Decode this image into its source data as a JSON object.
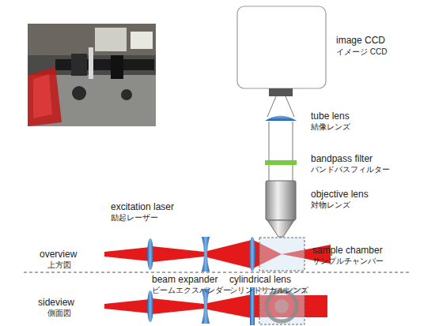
{
  "diagram": {
    "labels": [
      "image CCD",
      "イメージ CCD",
      "tube lens",
      "結像レンズ",
      "bandpass filter",
      "バンドパスフィルター",
      "objective lens",
      "対物レンズ",
      "excitation laser",
      "励起レーザー",
      "overview",
      "上方図",
      "sample chamber",
      "サンプルチャンバー",
      "beam expander",
      "ビームエクスパンダー",
      "cylindrical lens",
      "シリンドリカルレンズ",
      "sideview",
      "側面図"
    ]
  }
}
